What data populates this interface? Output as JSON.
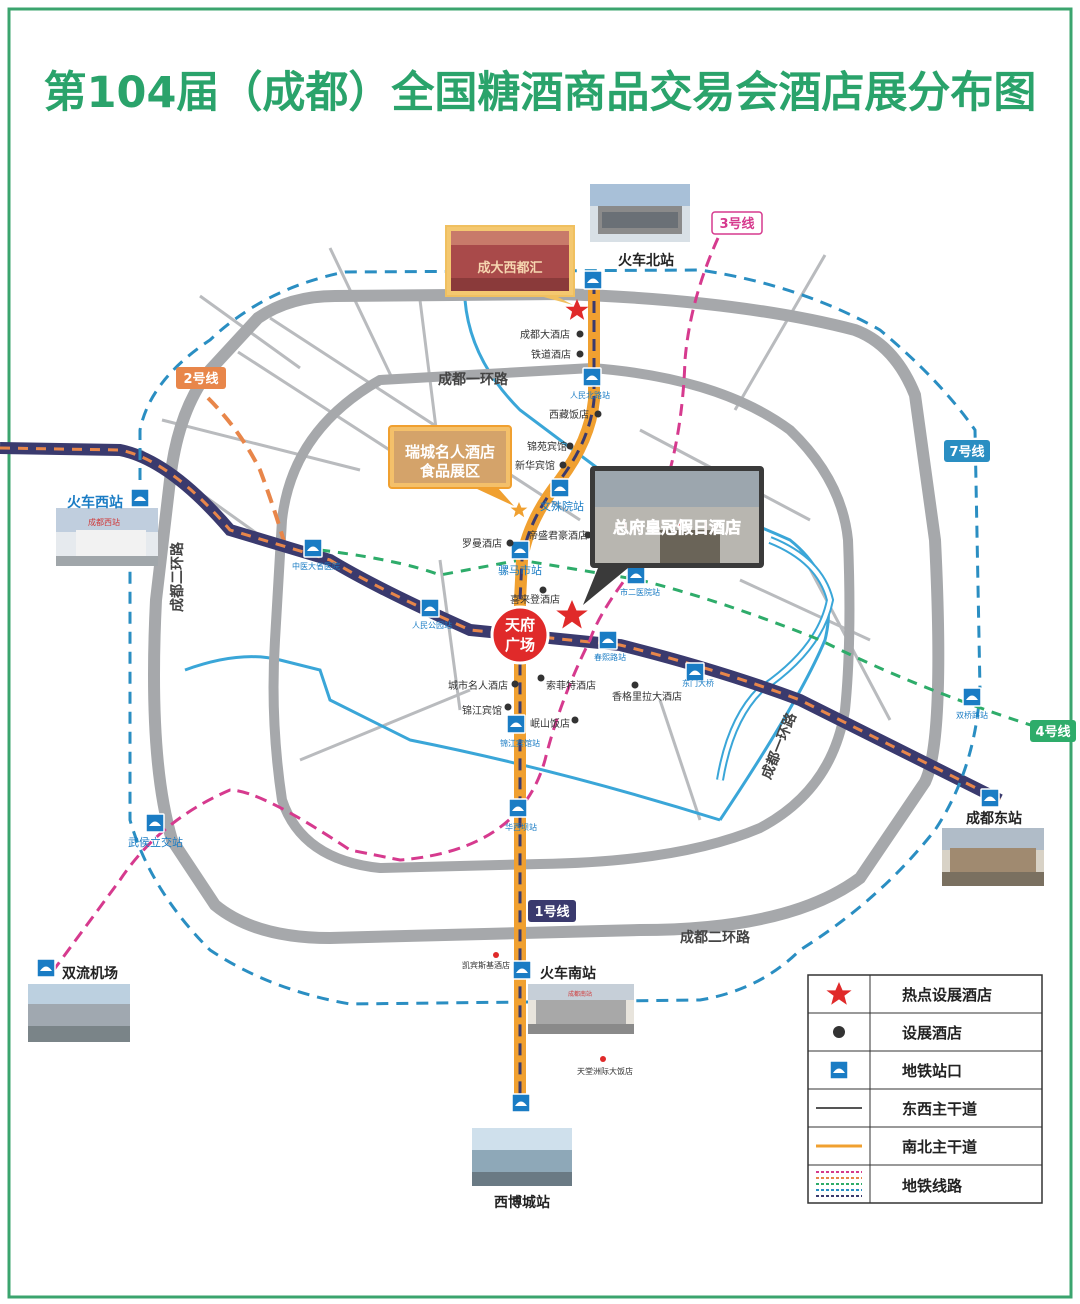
{
  "title": "第104届（成都）全国糖酒商品交易会酒店展分布图",
  "colors": {
    "title": "#2aa36b",
    "frame": "#3ba46e",
    "ring": "#a6a8ab",
    "road_ns": "#f0a030",
    "metro1": "#3a3a6e",
    "metro2": "#e8864a",
    "metro3": "#d63a8e",
    "metro4": "#2eac6a",
    "metro7": "#2a8ec2",
    "river": "#3aa6d8",
    "hot_star": "#e02a2a",
    "station_icon": "#1a7cc4"
  },
  "roads": {
    "ring1": "成都一环路",
    "ring2_west": "成都二环路",
    "ring2_south": "成都二环路",
    "ring2_east": "成都一环路"
  },
  "lines": {
    "line1": "1号线",
    "line2": "2号线",
    "line3": "3号线",
    "line4": "4号线",
    "line7": "7号线"
  },
  "center": {
    "line1": "天府",
    "line2": "广场"
  },
  "photo_stations": {
    "north": "火车北站",
    "west": "火车西站",
    "east": "成都东站",
    "south": "火车南站",
    "shuangliu": "双流机场",
    "xibo": "西博城站"
  },
  "photo_signs": {
    "west_sign": "成都西站",
    "south_sign": "成都南站"
  },
  "callouts": {
    "chengda": "成大西都汇",
    "ruicheng_line1": "瑞城名人酒店",
    "ruicheng_line2": "食品展区",
    "zongfu": "总府皇冠假日酒店"
  },
  "hotels": [
    "成都大酒店",
    "铁道酒店",
    "西藏饭店",
    "锦苑宾馆",
    "新华宾馆",
    "帝盛君豪酒店",
    "罗曼酒店",
    "喜来登酒店",
    "城市名人酒店",
    "索菲特酒店",
    "香格里拉大酒店",
    "锦江宾馆",
    "岷山饭店",
    "凯宾斯基酒店",
    "天堂洲际大饭店"
  ],
  "stations": {
    "renmin_north": "人民北路站",
    "wenshuyuan": "文殊院站",
    "luomashi": "骡马市站",
    "zhongyi": "中医大省医院",
    "renmin_park": "人民公园站",
    "chunxi": "春熙路站",
    "shiergui": "市二医院站",
    "dongmen": "东门大桥",
    "jinjiang": "锦江宾馆站",
    "huaxi": "华西坝站",
    "shuangqiao": "双桥路站",
    "wuhou": "武侯立交站"
  },
  "legend": [
    {
      "symbol": "star",
      "label": "热点设展酒店"
    },
    {
      "symbol": "dot",
      "label": "设展酒店"
    },
    {
      "symbol": "metro",
      "label": "地铁站口"
    },
    {
      "symbol": "gray-line",
      "label": "东西主干道"
    },
    {
      "symbol": "orange-line",
      "label": "南北主干道"
    },
    {
      "symbol": "dotted-lines",
      "label": "地铁线路"
    }
  ]
}
